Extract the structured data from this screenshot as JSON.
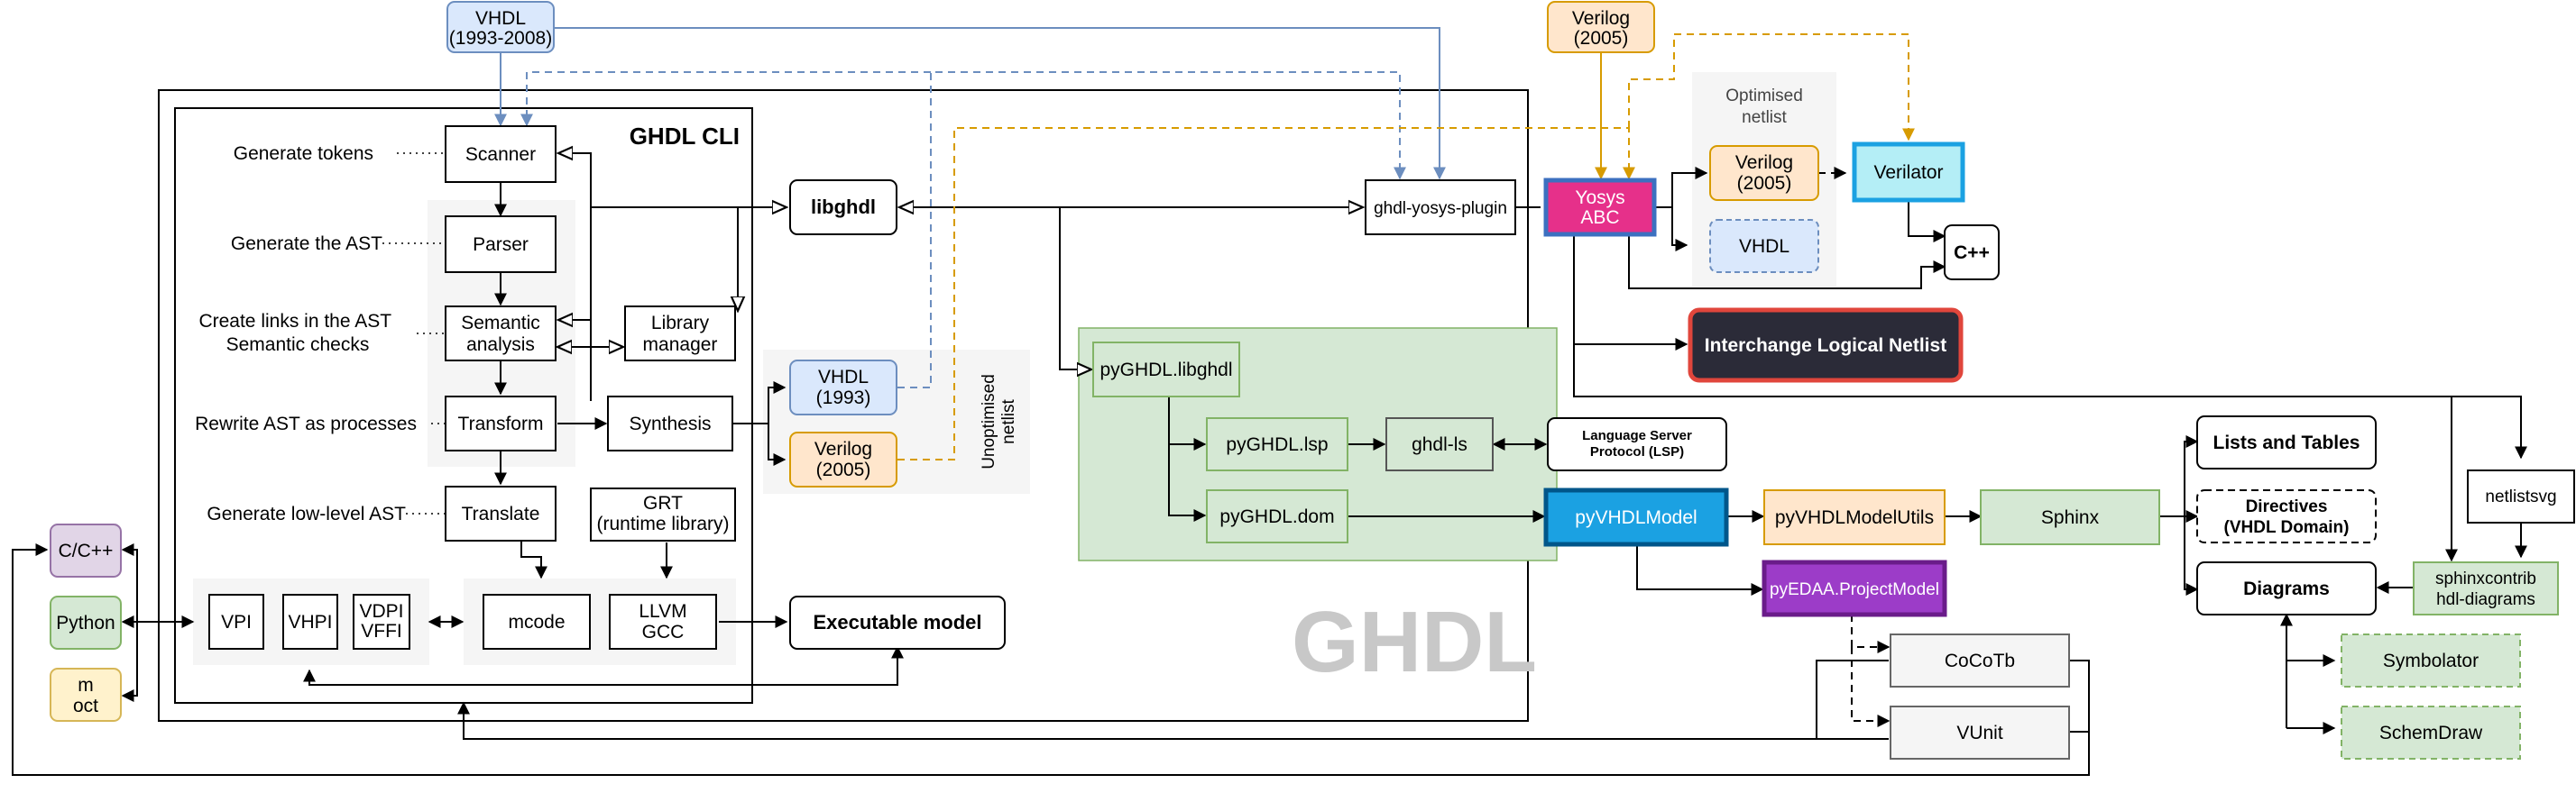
{
  "colors": {
    "vhdl_fill": "#dae8fc",
    "vhdl_stroke": "#6c8ebf",
    "verilog_fill": "#ffe6cc",
    "verilog_stroke": "#d79b00",
    "green_fill": "#d5e8d4",
    "green_stroke": "#82b366",
    "gray_region": "#f5f5f5",
    "yosys_fill": "#e6308a",
    "yosys_stroke": "#3c70c0",
    "verilator_fill": "#b4eef6",
    "verilator_stroke": "#1ba1e2",
    "ilnet_fill": "#2b2b38",
    "ilnet_stroke": "#e0463c",
    "pyvhdl_fill": "#1ba1e2",
    "pyvhdl_stroke": "#00568a",
    "pyedaa_fill": "#9c3cc8",
    "pyedaa_stroke": "#6a1c8a",
    "cc_fill": "#e1d5e7",
    "cc_stroke": "#9673a6",
    "m_fill": "#fff2cc",
    "m_stroke": "#d6b656",
    "vhdl_arrow": "#6c8ebf",
    "verilog_arrow": "#d79b00",
    "watermark": "#c8c8c8"
  },
  "cli": {
    "title": "GHDL CLI"
  },
  "watermark": "GHDL",
  "stages": {
    "scanner": "Scanner",
    "parser": "Parser",
    "semantic": [
      "Semantic",
      "analysis"
    ],
    "transform": "Transform",
    "translate": "Translate",
    "synthesis": "Synthesis",
    "library": [
      "Library",
      "manager"
    ],
    "grt": [
      "GRT",
      "(runtime library)"
    ],
    "mcode": "mcode",
    "llvm": [
      "LLVM",
      "GCC"
    ],
    "vpi": "VPI",
    "vhpi": "VHPI",
    "vdpi": [
      "VDPI",
      "VFFI"
    ]
  },
  "notes": {
    "tokens": "Generate tokens",
    "ast": "Generate the AST",
    "links": [
      "Create links in the AST",
      "Semantic checks"
    ],
    "rewrite": "Rewrite AST as processes",
    "lowlevel": "Generate low-level AST"
  },
  "inputs": {
    "vhdl_top": [
      "VHDL",
      "(1993-2008)"
    ],
    "verilog_top": [
      "Verilog",
      "(2005)"
    ]
  },
  "core": {
    "libghdl": "libghdl",
    "plugin": "ghdl-yosys-plugin",
    "executable": "Executable model"
  },
  "unoptimised": {
    "label": [
      "Unoptimised",
      "netlist"
    ],
    "vhdl": [
      "VHDL",
      "(1993)"
    ],
    "verilog": [
      "Verilog",
      "(2005)"
    ]
  },
  "optimised": {
    "label": [
      "Optimised",
      "netlist"
    ],
    "verilog": [
      "Verilog",
      "(2005)"
    ],
    "vhdl": "VHDL"
  },
  "yosys": [
    "Yosys",
    "ABC"
  ],
  "verilator": "Verilator",
  "cpp": "C++",
  "ilnetlist": "Interchange Logical Netlist",
  "py": {
    "libghdl": "pyGHDL.libghdl",
    "lsp": "pyGHDL.lsp",
    "ghdlls": "ghdl-ls",
    "dom": "pyGHDL.dom"
  },
  "lsp": [
    "Language Server",
    "Protocol (LSP)"
  ],
  "pyvhdlmodel": "pyVHDLModel",
  "pyvhdlmodelutils": "pyVHDLModelUtils",
  "sphinx": "Sphinx",
  "pyedaa": "pyEDAA.ProjectModel",
  "cocotb": "CoCoTb",
  "vunit": "VUnit",
  "lists": "Lists and Tables",
  "directives": [
    "Directives",
    "(VHDL Domain)"
  ],
  "diagrams": "Diagrams",
  "netlistsvg": "netlistsvg",
  "sphinxcontrib": [
    "sphinxcontrib",
    "hdl-diagrams"
  ],
  "symbolator": "Symbolator",
  "schemdraw": "SchemDraw",
  "langs": {
    "cc": "C/C++",
    "python": "Python",
    "moct": [
      "m",
      "oct"
    ]
  }
}
